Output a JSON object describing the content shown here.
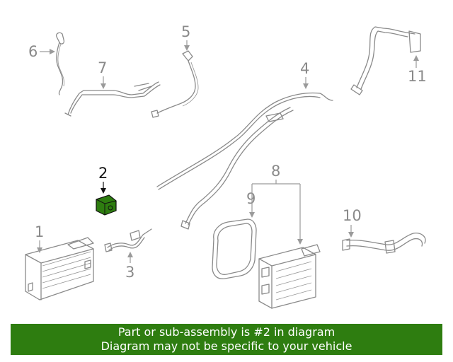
{
  "diagram": {
    "callouts": [
      {
        "id": "1",
        "label": "1"
      },
      {
        "id": "2",
        "label": "2",
        "highlighted": true
      },
      {
        "id": "3",
        "label": "3"
      },
      {
        "id": "4",
        "label": "4"
      },
      {
        "id": "5",
        "label": "5"
      },
      {
        "id": "6",
        "label": "6"
      },
      {
        "id": "7",
        "label": "7"
      },
      {
        "id": "8",
        "label": "8"
      },
      {
        "id": "9",
        "label": "9"
      },
      {
        "id": "10",
        "label": "10"
      },
      {
        "id": "11",
        "label": "11"
      }
    ],
    "highlight_color": "#2e7d10",
    "line_color": "#8a8a8a"
  },
  "banner": {
    "line1": "Part or sub-assembly is #2 in diagram",
    "line2": "Diagram may not be specific to your vehicle",
    "background": "#2e7d10"
  }
}
